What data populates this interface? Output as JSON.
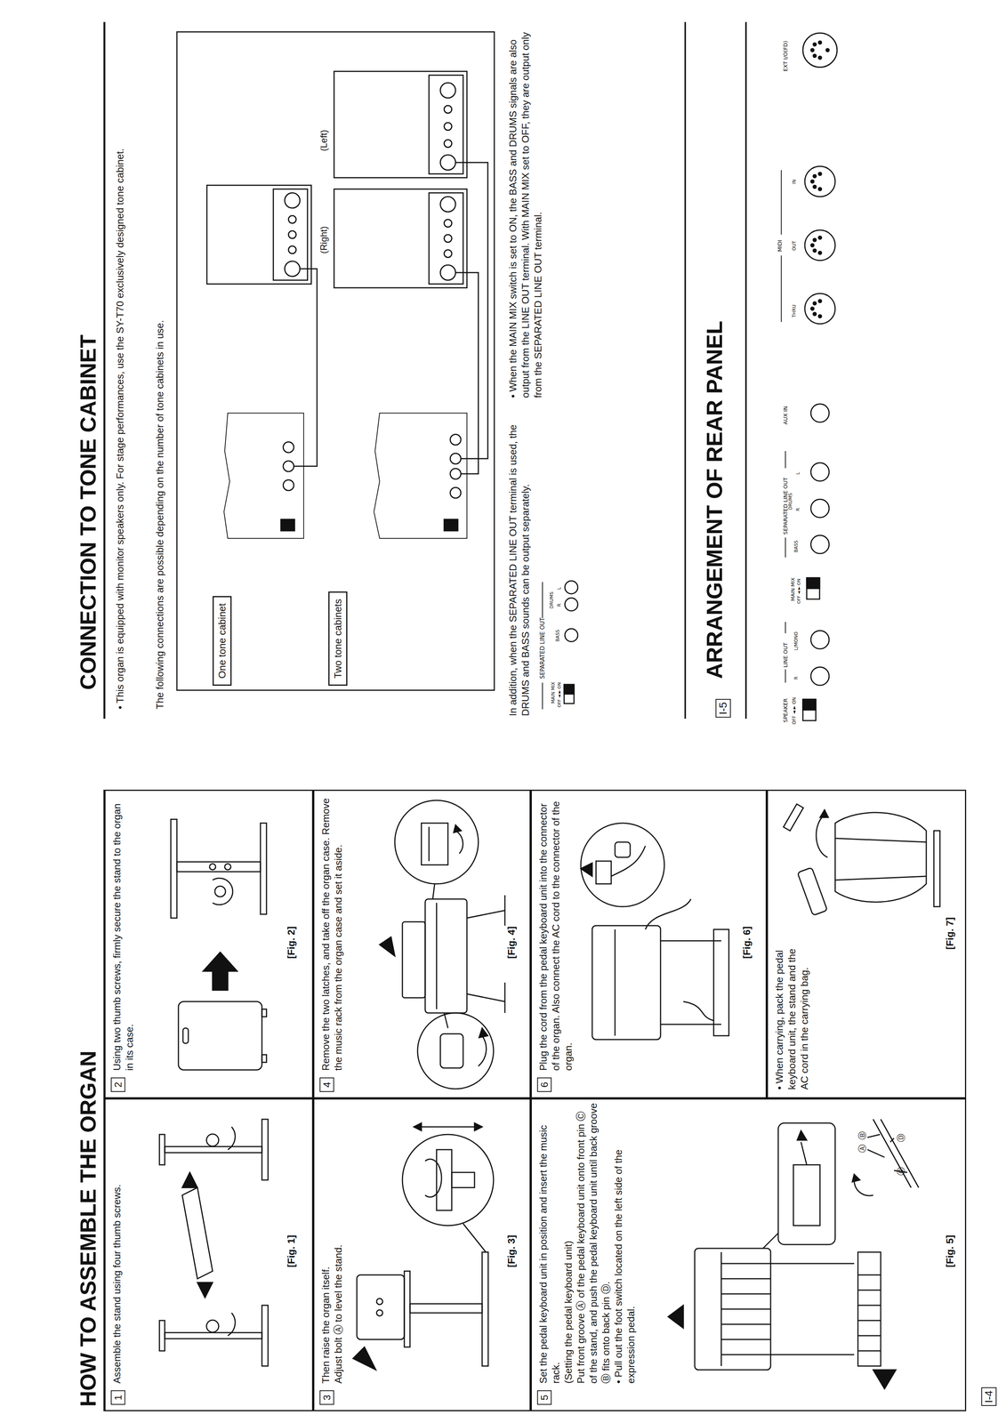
{
  "diagram": {
    "nodes": [
      {
        "text": [
          "1",
          "Assemble the stand using four thumb screws.",
          "[Fig. 1]"
        ]
      },
      {
        "text": [
          "2",
          "Using two thumb screws, firmly secure the stand to the organ in its case.",
          "[Fig. 2]"
        ]
      },
      {
        "text": [
          "3",
          "Then raise the organ itself.",
          "Adjust bolt Ⓐ to level the stand.",
          "[Fig. 3]"
        ]
      },
      {
        "text": [
          "4",
          "Remove the two latches, and take off the organ case. Remove the music rack from the organ case and set it aside.",
          "[Fig. 4]"
        ]
      },
      {
        "text": [
          "5",
          "Set the pedal keyboard unit in position and insert the music rack.",
          "(Setting the pedal keyboard unit)",
          "Put front groove Ⓐ of the pedal keyboard unit onto front pin Ⓒ of the stand, and push the pedal keyboard unit until back groove Ⓑ fits onto back pin Ⓓ.",
          "• Pull out the foot switch located on the left side of the expression pedal.",
          "[Fig. 5]"
        ]
      },
      {
        "text": [
          "6",
          "Plug the cord from the pedal keyboard unit into the connector of the organ. Also connect the AC cord to the connector of the organ.",
          "[Fig. 6]"
        ]
      },
      {
        "text": [
          "• When carrying, pack the pedal keyboard unit, the stand and the AC cord in the carrying bag.",
          "[Fig. 7]"
        ]
      },
      {
        "text": [
          "One tone cabinet"
        ]
      },
      {
        "text": [
          "Two tone cabinets"
        ]
      }
    ],
    "labels": [
      "HOW TO ASSEMBLE THE ORGAN",
      "I-4",
      "CONNECTION TO TONE CABINET",
      "• This organ is equipped with monitor speakers only. For stage performances, use the SY-T70 exclusively designed tone cabinet.",
      "The following connections are possible depending on the number of tone cabinets in use.",
      "(Right)",
      "(Left)",
      "In addition, when the SEPARATED LINE OUT terminal is used, the DRUMS and BASS sounds can be output separately.",
      "SEPARATED LINE OUT",
      "MAIN MIX",
      "OFF ◄ ► ON",
      "BASS",
      "DRUMS",
      "R",
      "L",
      "• When the MAIN MIX switch is set to ON, the BASS and DRUMS signals are also output from the LINE OUT terminal. With MAIN MIX set to OFF, they are output only from the SEPARATED LINE OUT terminal.",
      "ARRANGEMENT OF REAR PANEL",
      "I-5",
      "SPEAKER",
      "OFF ◄ ► ON",
      "LINE OUT",
      "R",
      "L/MONO",
      "MAIN MIX",
      "OFF ◄ ► ON",
      "SEPARATED LINE OUT",
      "BASS",
      "DRUMS",
      "R",
      "L",
      "AUX IN",
      "MIDI",
      "THRU",
      "OUT",
      "IN",
      "EXT I/O(FD)",
      "Ⓐ",
      "Ⓑ",
      "Ⓒ",
      "Ⓓ"
    ]
  }
}
